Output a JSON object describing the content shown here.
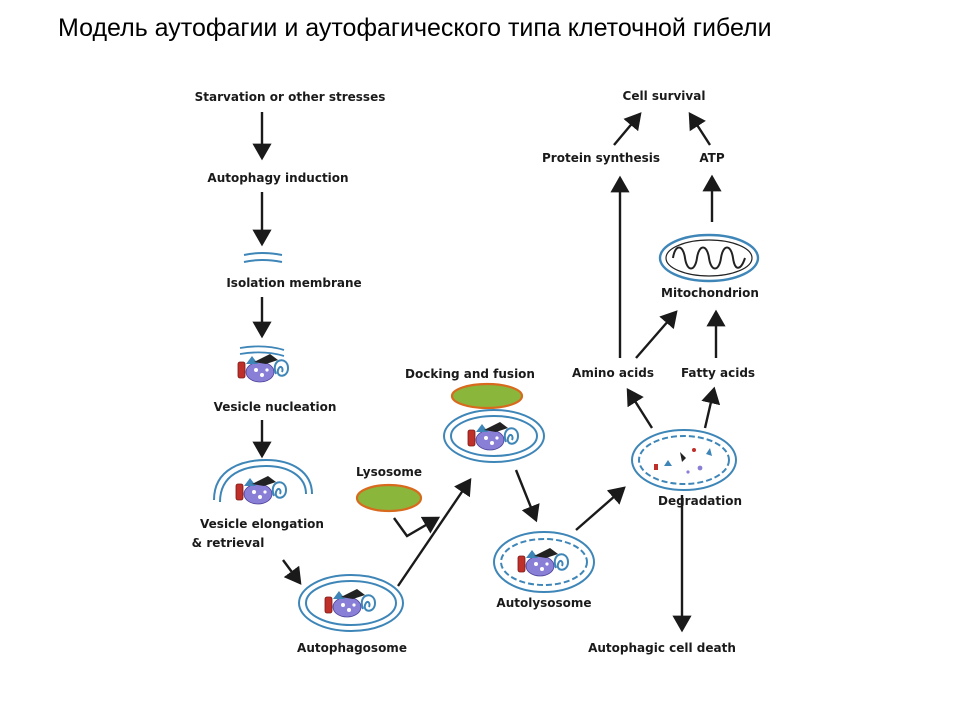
{
  "title": "Модель аутофагии и аутофагического типа клеточной гибели",
  "labels": {
    "starvation": "Starvation or other stresses",
    "induction": "Autophagy induction",
    "isolation": "Isolation membrane",
    "nucleation": "Vesicle nucleation",
    "elongation_1": "Vesicle elongation",
    "elongation_2": "& retrieval",
    "autophagosome": "Autophagosome",
    "lysosome": "Lysosome",
    "docking": "Docking and fusion",
    "autolysosome": "Autolysosome",
    "degradation": "Degradation",
    "amino_acids": "Amino acids",
    "fatty_acids": "Fatty acids",
    "mitochondrion": "Mitochondrion",
    "protein_synthesis": "Protein synthesis",
    "atp": "ATP",
    "cell_survival": "Cell survival",
    "cell_death": "Autophagic cell death"
  },
  "colors": {
    "membrane": "#3f86b8",
    "cargo_purple": "#8a7fd6",
    "cargo_red": "#c0302a",
    "lysosome_fill": "#8bb63c",
    "lysosome_rim": "#d86a1e",
    "arrow": "#1a1a1a"
  }
}
